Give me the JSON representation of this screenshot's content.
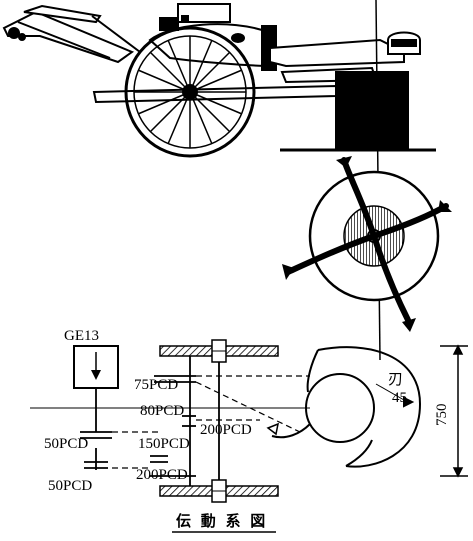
{
  "labels": {
    "engine": "GE13",
    "pcd_75": "75PCD",
    "pcd_80": "80PCD",
    "pcd_50_upper": "50PCD",
    "pcd_150": "150PCD",
    "pcd_200_mid": "200PCD",
    "pcd_200_low": "200PCD",
    "pcd_50_lower": "50PCD",
    "blade": "刃",
    "blade_size": "45",
    "dimension": "750"
  },
  "caption": "伝 動 系 図"
}
